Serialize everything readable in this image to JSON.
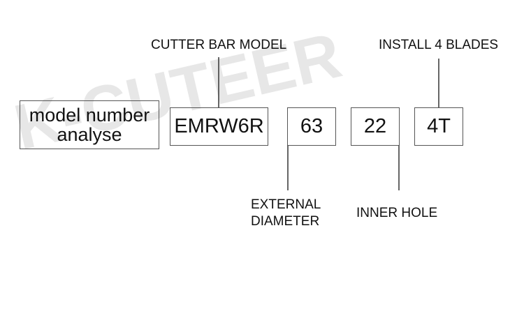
{
  "watermark": {
    "text": "K-CUTEER",
    "color": "#e7e7e7"
  },
  "title_box": {
    "line1": "model number",
    "line2": "analyse"
  },
  "segments": [
    {
      "value": "EMRW6R"
    },
    {
      "value": "63"
    },
    {
      "value": "22"
    },
    {
      "value": "4T"
    }
  ],
  "labels": {
    "cutter_bar_model": "CUTTER BAR MODEL",
    "install_blades": "INSTALL 4 BLADES",
    "external_diameter_line1": "EXTERNAL",
    "external_diameter_line2": "DIAMETER",
    "inner_hole": "INNER HOLE"
  },
  "colors": {
    "line": "#333333",
    "box_border": "#555555",
    "text": "#111111"
  }
}
